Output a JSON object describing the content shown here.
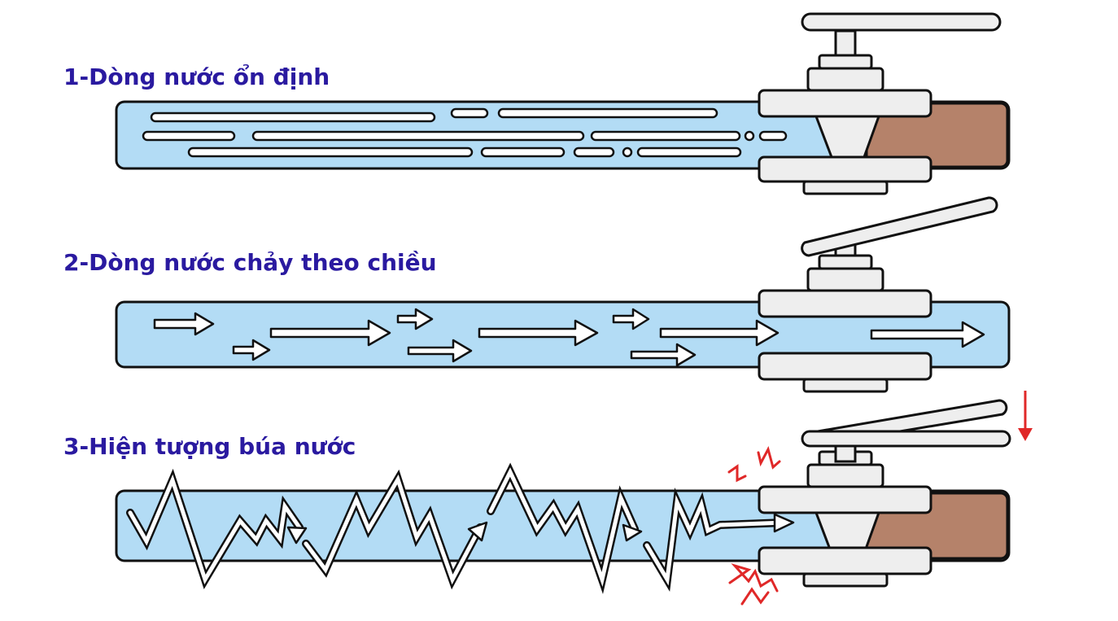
{
  "labels": {
    "stage1": "1-Dòng nước ổn định",
    "stage2": "2-Dòng nước chảy theo chiều",
    "stage3": "3-Hiện tượng búa nước"
  },
  "colors": {
    "water": "#b3dcf5",
    "outline": "#111111",
    "valve_body": "#eeeeee",
    "gate": "#b5826a",
    "label_text": "#2a1aa0",
    "impact": "#e02828"
  }
}
